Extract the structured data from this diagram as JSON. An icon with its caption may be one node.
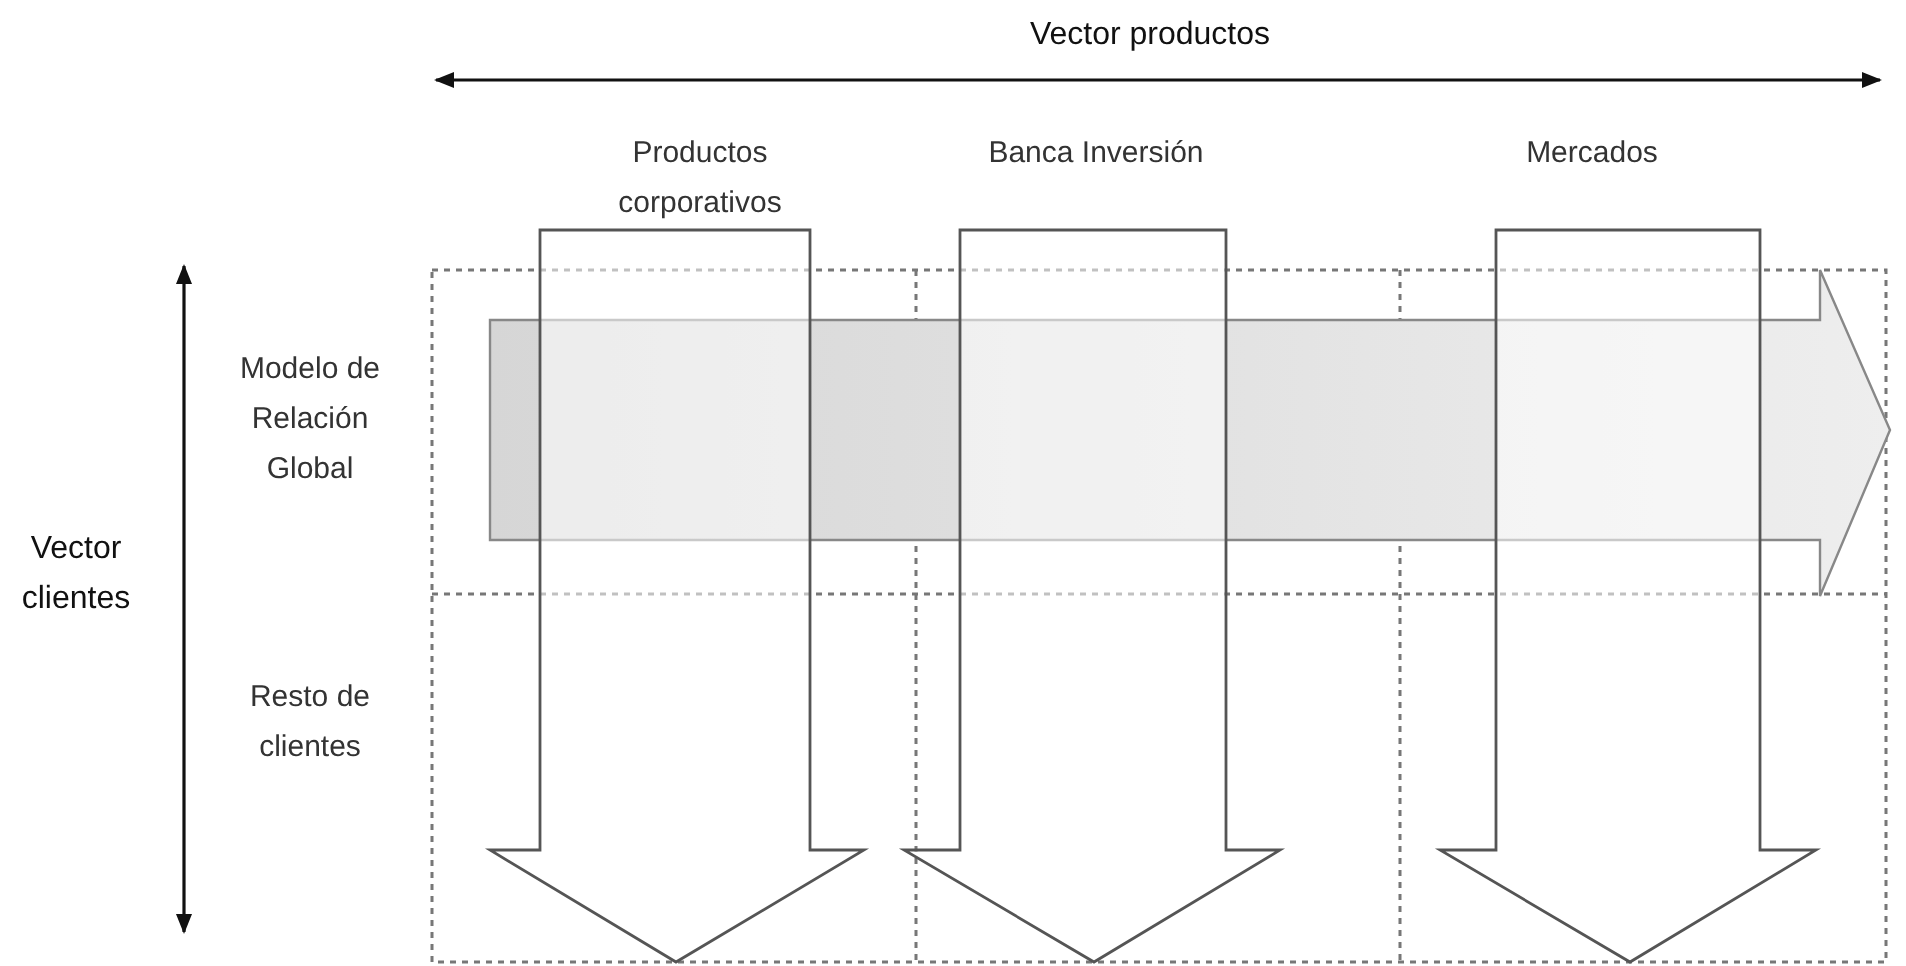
{
  "diagram": {
    "labels": [
      "Vector productos",
      "Productos corporativos",
      "Banca Inversión",
      "Mercados",
      "Modelo de Relación Global",
      "Vector clientes",
      "Resto de clientes"
    ]
  }
}
